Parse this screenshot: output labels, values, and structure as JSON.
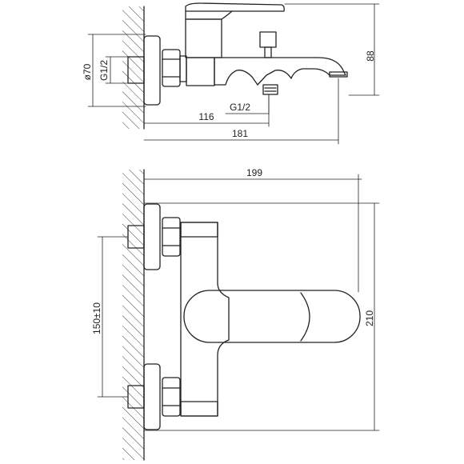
{
  "colors": {
    "line": "#222222",
    "hatch": "#444444",
    "background": "#ffffff"
  },
  "top_view": {
    "dim_height": "88",
    "dim_diameter": "ø70",
    "dim_inlet_thread": "G1/2",
    "dim_outlet_thread": "G1/2",
    "dim_outlet_distance": "116",
    "dim_total_length": "181"
  },
  "front_view": {
    "dim_width": "199",
    "dim_height": "210",
    "dim_centers": "150±10"
  }
}
